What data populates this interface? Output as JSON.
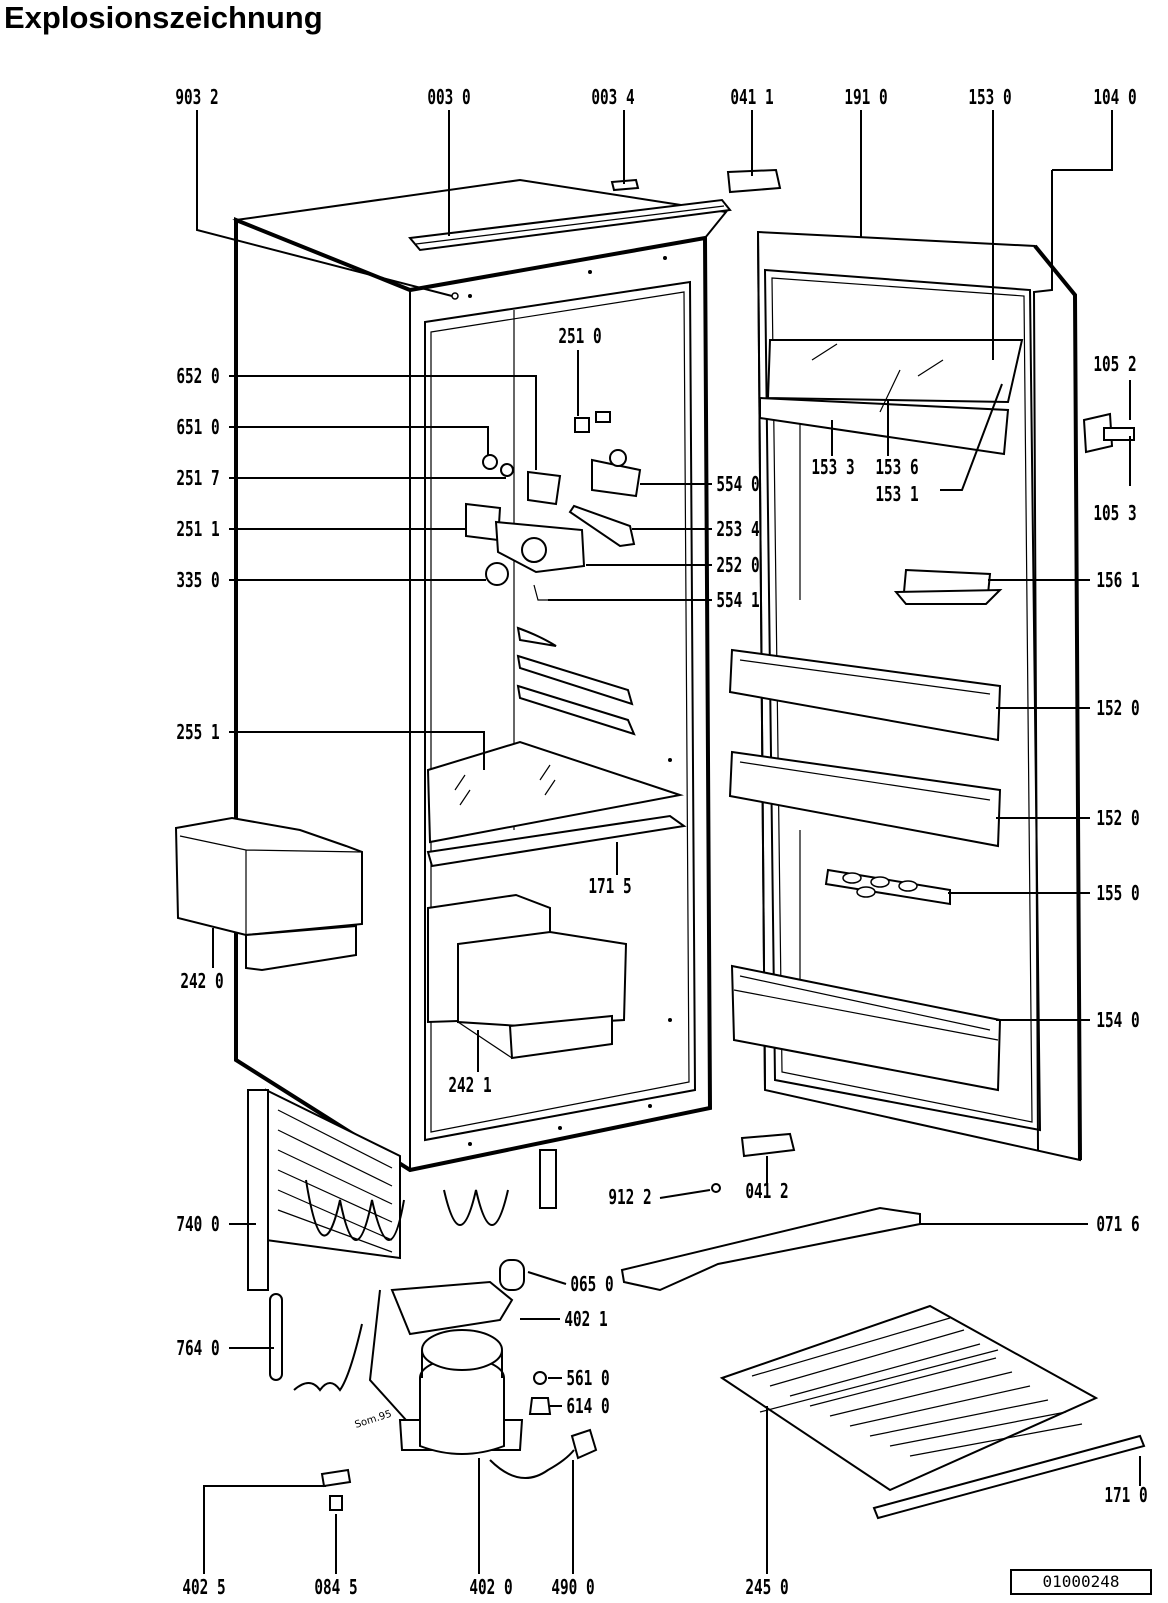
{
  "title": "Explosionszeichnung",
  "drawing_code": "01000248",
  "labels": {
    "l9032": "903 2",
    "l0030": "003 0",
    "l0034": "003 4",
    "l0411": "041 1",
    "l1910": "191 0",
    "l1530": "153 0",
    "l1040": "104 0",
    "l1052": "105 2",
    "l1053": "105 3",
    "l6520": "652 0",
    "l2510": "251 0",
    "l6510": "651 0",
    "l2517": "251 7",
    "l5540": "554 0",
    "l1533": "153 3",
    "l1536": "153 6",
    "l1531": "153 1",
    "l2511": "251 1",
    "l2534": "253 4",
    "l2520": "252 0",
    "l3350": "335 0",
    "l5541": "554 1",
    "l1561": "156 1",
    "l2551": "255 1",
    "l1520a": "152 0",
    "l1520b": "152 0",
    "l1715": "171 5",
    "l1550": "155 0",
    "l2420": "242 0",
    "l2421": "242 1",
    "l1540": "154 0",
    "l9122": "912 2",
    "l0412": "041 2",
    "l7400": "740 0",
    "l0716": "071 6",
    "l0650": "065 0",
    "l4021": "402 1",
    "l7640": "764 0",
    "l5610": "561 0",
    "l6140": "614 0",
    "l1710": "171 0",
    "l4025": "402 5",
    "l0845": "084 5",
    "l4020": "402 0",
    "l4900": "490 0",
    "l2450": "245 0"
  },
  "stamp_text": "Som.95"
}
